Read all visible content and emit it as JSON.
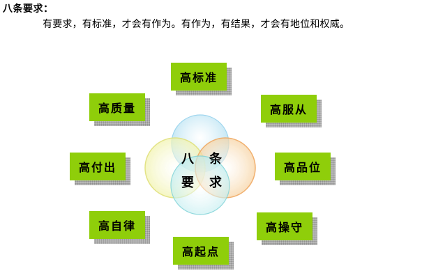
{
  "heading": "八条要求：",
  "subtitle": "有要求，有标准，才会有作为。有作为，有结果，才会有地位和权威。",
  "center": [
    "八",
    "条",
    "要",
    "求"
  ],
  "tags": {
    "standard": "高标准",
    "quality": "高质量",
    "obedience": "高服从",
    "dedication": "高付出",
    "grade": "高品位",
    "self_discipline": "高自律",
    "integrity": "高操守",
    "starting_point": "高起点"
  },
  "colors": {
    "tag_fill": "#8fce0a",
    "circle_blue": "#bfe6f5",
    "circle_yellow": "#f0f2a6",
    "circle_orange": "#f7d6a8",
    "circle_teal": "#c8eef0"
  }
}
